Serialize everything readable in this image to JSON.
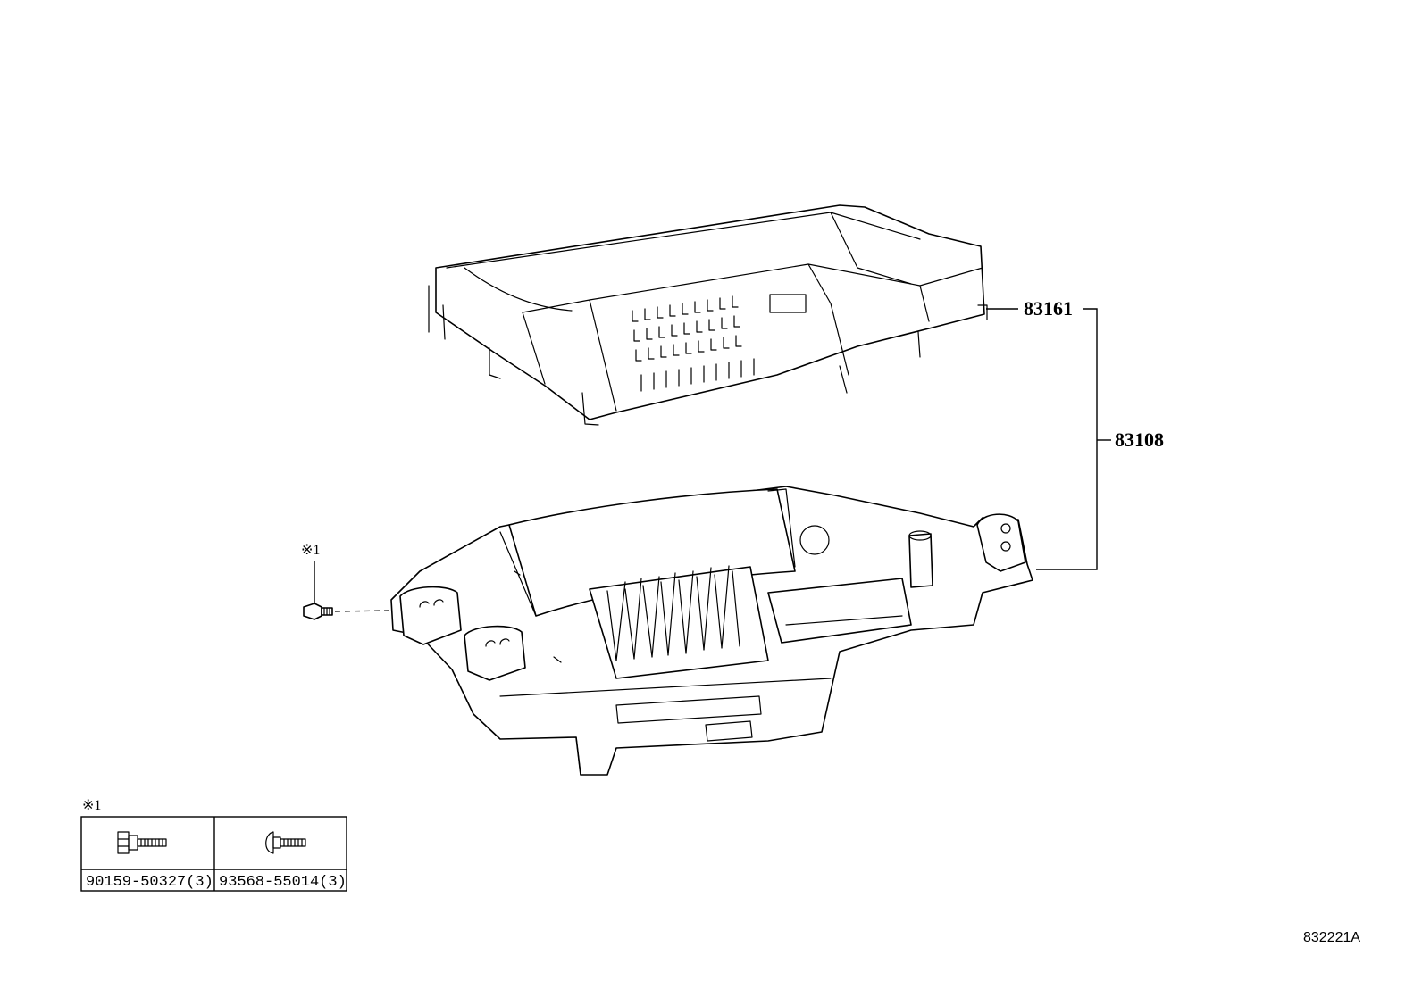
{
  "callouts": {
    "upper_cover": "83161",
    "assembly": "83108"
  },
  "note_marker": "※1",
  "fastener_table": {
    "marker": "※1",
    "items": [
      {
        "part_number": "90159-50327(3)",
        "icon": "flange-bolt-icon"
      },
      {
        "part_number": "93568-55014(3)",
        "icon": "pan-head-screw-icon"
      }
    ]
  },
  "illustration_code": "832221A"
}
